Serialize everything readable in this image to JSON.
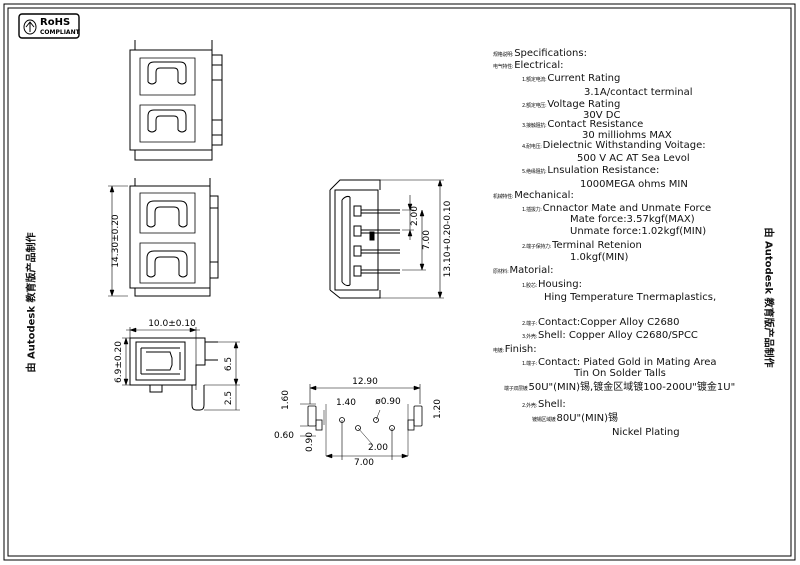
{
  "logo": {
    "line1": "RoHS",
    "line2": "COMPLIANT"
  },
  "watermark": "由 Autodesk 教育版产品制作",
  "dimensions": {
    "height_total": "14.30±0.20",
    "height_side": "13.10+0.20-0.10",
    "pitch_side": "2.00",
    "span_side": "7.00",
    "width_bottom": "10.0±0.10",
    "height_bottom": "6.9±0.20",
    "pin_len": "6.5",
    "pin_tip": "2.5",
    "pcb_width": "12.90",
    "pcb_a": "1.60",
    "pcb_b": "1.40",
    "pcb_hole": "ø0.90",
    "pcb_c": "1.20",
    "pcb_d": "0.60",
    "pcb_e": "0.90",
    "pcb_pitch": "2.00",
    "pcb_span": "7.00"
  },
  "specs": [
    {
      "cn": "规格说明:",
      "text": "Specifications:"
    },
    {
      "cn": "电气特性:",
      "text": "Electrical:"
    },
    {
      "cn": "1.额定电流:",
      "text": "Current  Rating"
    },
    {
      "cn": "",
      "text": "3.1A/contact  terminal"
    },
    {
      "cn": "2.额定电压:",
      "text": "Voltage  Rating"
    },
    {
      "cn": "",
      "text": "30V  DC"
    },
    {
      "cn": "3.接触阻抗:",
      "text": "Contact  Resistance"
    },
    {
      "cn": "",
      "text": "30  milliohms  MAX"
    },
    {
      "cn": "4.耐电压:",
      "text": "Dielectnic  Withstanding  Voitage:"
    },
    {
      "cn": "",
      "text": "500  V  AC  AT  Sea  Levol"
    },
    {
      "cn": "5.绝缘阻抗:",
      "text": "Lnsulation  Resistance:"
    },
    {
      "cn": "",
      "text": "1000MEGA  ohms  MIN"
    },
    {
      "cn": "机械特性:",
      "text": "Mechanical:"
    },
    {
      "cn": "1.插拔力:",
      "text": "Cnnactor  Mate  and  Unmate  Force"
    },
    {
      "cn": "",
      "text": "Mate  force:3.57kgf(MAX)"
    },
    {
      "cn": "",
      "text": "Unmate  force:1.02kgf(MIN)"
    },
    {
      "cn": "2.端子保持力:",
      "text": "Terminal  Retenion"
    },
    {
      "cn": "",
      "text": "1.0kgf(MIN)"
    },
    {
      "cn": "原材料:",
      "text": "Matorial:"
    },
    {
      "cn": "1.胶芯:",
      "text": "Housing:"
    },
    {
      "cn": "",
      "text": "Hing  Temperature    Tnermaplastics,"
    },
    {
      "cn": "2.端子:",
      "text": "Contact:Copper  Alloy  C2680"
    },
    {
      "cn": "3.外壳:",
      "text": "Shell:  Copper  Alloy  C2680/SPCC"
    },
    {
      "cn": "电镀:",
      "text": "Finish:"
    },
    {
      "cn": "1.端子:",
      "text": "Contact:  Piated  Gold  in  Mating  Area"
    },
    {
      "cn": "",
      "text": "Tin  On  Solder  Talls"
    },
    {
      "cn": "端子双层镀",
      "text": "50U\"(MIN)锡,镀金区域镀100-200U\"镀金1U\""
    },
    {
      "cn": "2.外壳:",
      "text": "Shell:"
    },
    {
      "cn": "镀锡区域镀",
      "text": "80U\"(MIN)锡"
    },
    {
      "cn": "",
      "text": "Nickel  Plating"
    }
  ]
}
